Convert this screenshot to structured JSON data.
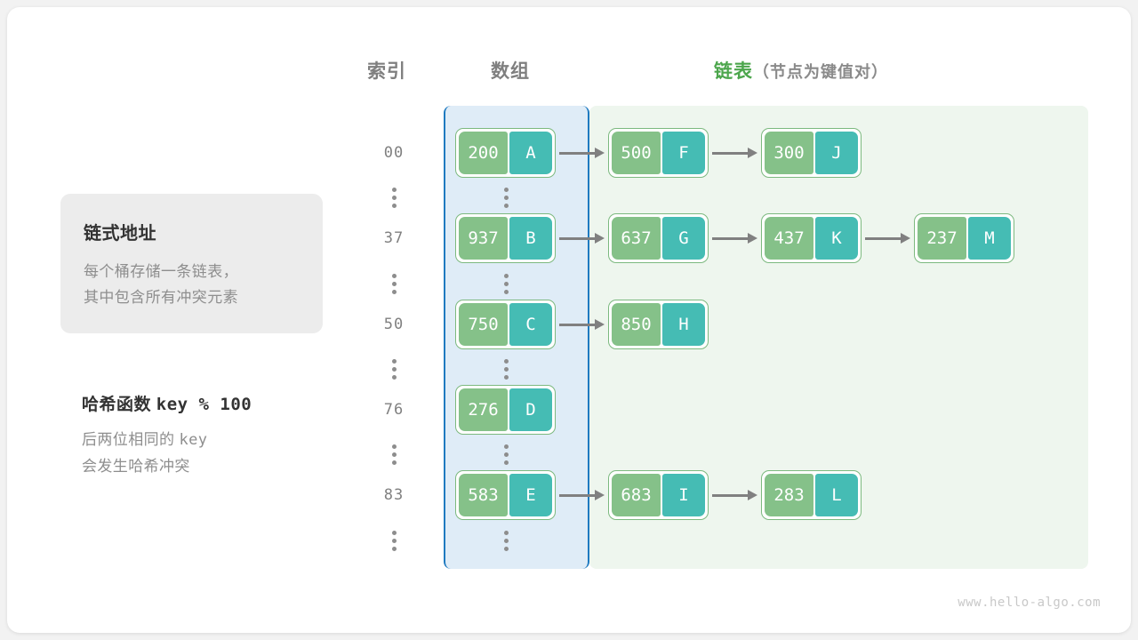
{
  "headers": {
    "index": "索引",
    "array": "数组",
    "list_main": "链表",
    "list_sub": "（节点为键值对）"
  },
  "info_card": {
    "title": "链式地址",
    "line1": "每个桶存储一条链表，",
    "line2": "其中包含所有冲突元素"
  },
  "hash_note": {
    "title_label": "哈希函数",
    "title_expr": "key % 100",
    "line1_text": "后两位相同的",
    "line1_mono": "key",
    "line2": "会发生哈希冲突"
  },
  "watermark": "www.hello-algo.com",
  "colors": {
    "key_cell": "#85c189",
    "value_cell": "#45bcb4",
    "node_border": "#7cb97f",
    "array_panel_bg": "#dfecf7",
    "array_panel_border": "#1f7ac0",
    "list_panel_bg": "#eef6ee",
    "arrow": "#808080",
    "list_header": "#4ca64c",
    "muted_text": "#8e8e8e",
    "card_bg": "#ececec"
  },
  "buckets": [
    {
      "index": "00",
      "array_node": {
        "key": "200",
        "value": "A"
      },
      "chain": [
        {
          "key": "500",
          "value": "F"
        },
        {
          "key": "300",
          "value": "J"
        }
      ]
    },
    {
      "index": "37",
      "array_node": {
        "key": "937",
        "value": "B"
      },
      "chain": [
        {
          "key": "637",
          "value": "G"
        },
        {
          "key": "437",
          "value": "K"
        },
        {
          "key": "237",
          "value": "M"
        }
      ]
    },
    {
      "index": "50",
      "array_node": {
        "key": "750",
        "value": "C"
      },
      "chain": [
        {
          "key": "850",
          "value": "H"
        }
      ]
    },
    {
      "index": "76",
      "array_node": {
        "key": "276",
        "value": "D"
      },
      "chain": []
    },
    {
      "index": "83",
      "array_node": {
        "key": "583",
        "value": "E"
      },
      "chain": [
        {
          "key": "683",
          "value": "I"
        },
        {
          "key": "283",
          "value": "L"
        }
      ]
    }
  ],
  "ellipsis_rows": 5,
  "layout": {
    "row_tops": [
      136,
      232,
      329,
      425,
      521
    ],
    "ellipsis_tops": [
      200,
      297,
      393,
      489,
      586
    ]
  }
}
